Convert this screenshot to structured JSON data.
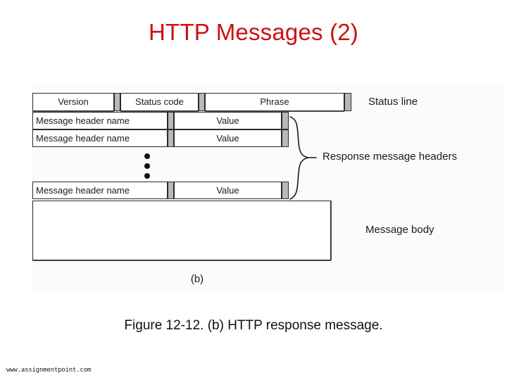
{
  "slide": {
    "title": "HTTP Messages (2)",
    "title_color": "#cc1111",
    "watermark": "www.assignmentpoint.com"
  },
  "figure": {
    "caption": "Figure 12-12. (b) HTTP response message.",
    "sub_caption": "(b)",
    "diagram_type": "http-response-message-structure",
    "status_line": {
      "fields": [
        {
          "label": "Version"
        },
        {
          "label": "Status code"
        },
        {
          "label": "Phrase"
        }
      ],
      "annotation": "Status line"
    },
    "headers": {
      "rows": [
        {
          "name": "Message header name",
          "value": "Value"
        },
        {
          "name": "Message header name",
          "value": "Value"
        },
        {
          "name": "Message header name",
          "value": "Value"
        }
      ],
      "ellipsis": "vertical-ellipsis",
      "annotation": "Response message headers"
    },
    "body": {
      "annotation": "Message body"
    }
  }
}
